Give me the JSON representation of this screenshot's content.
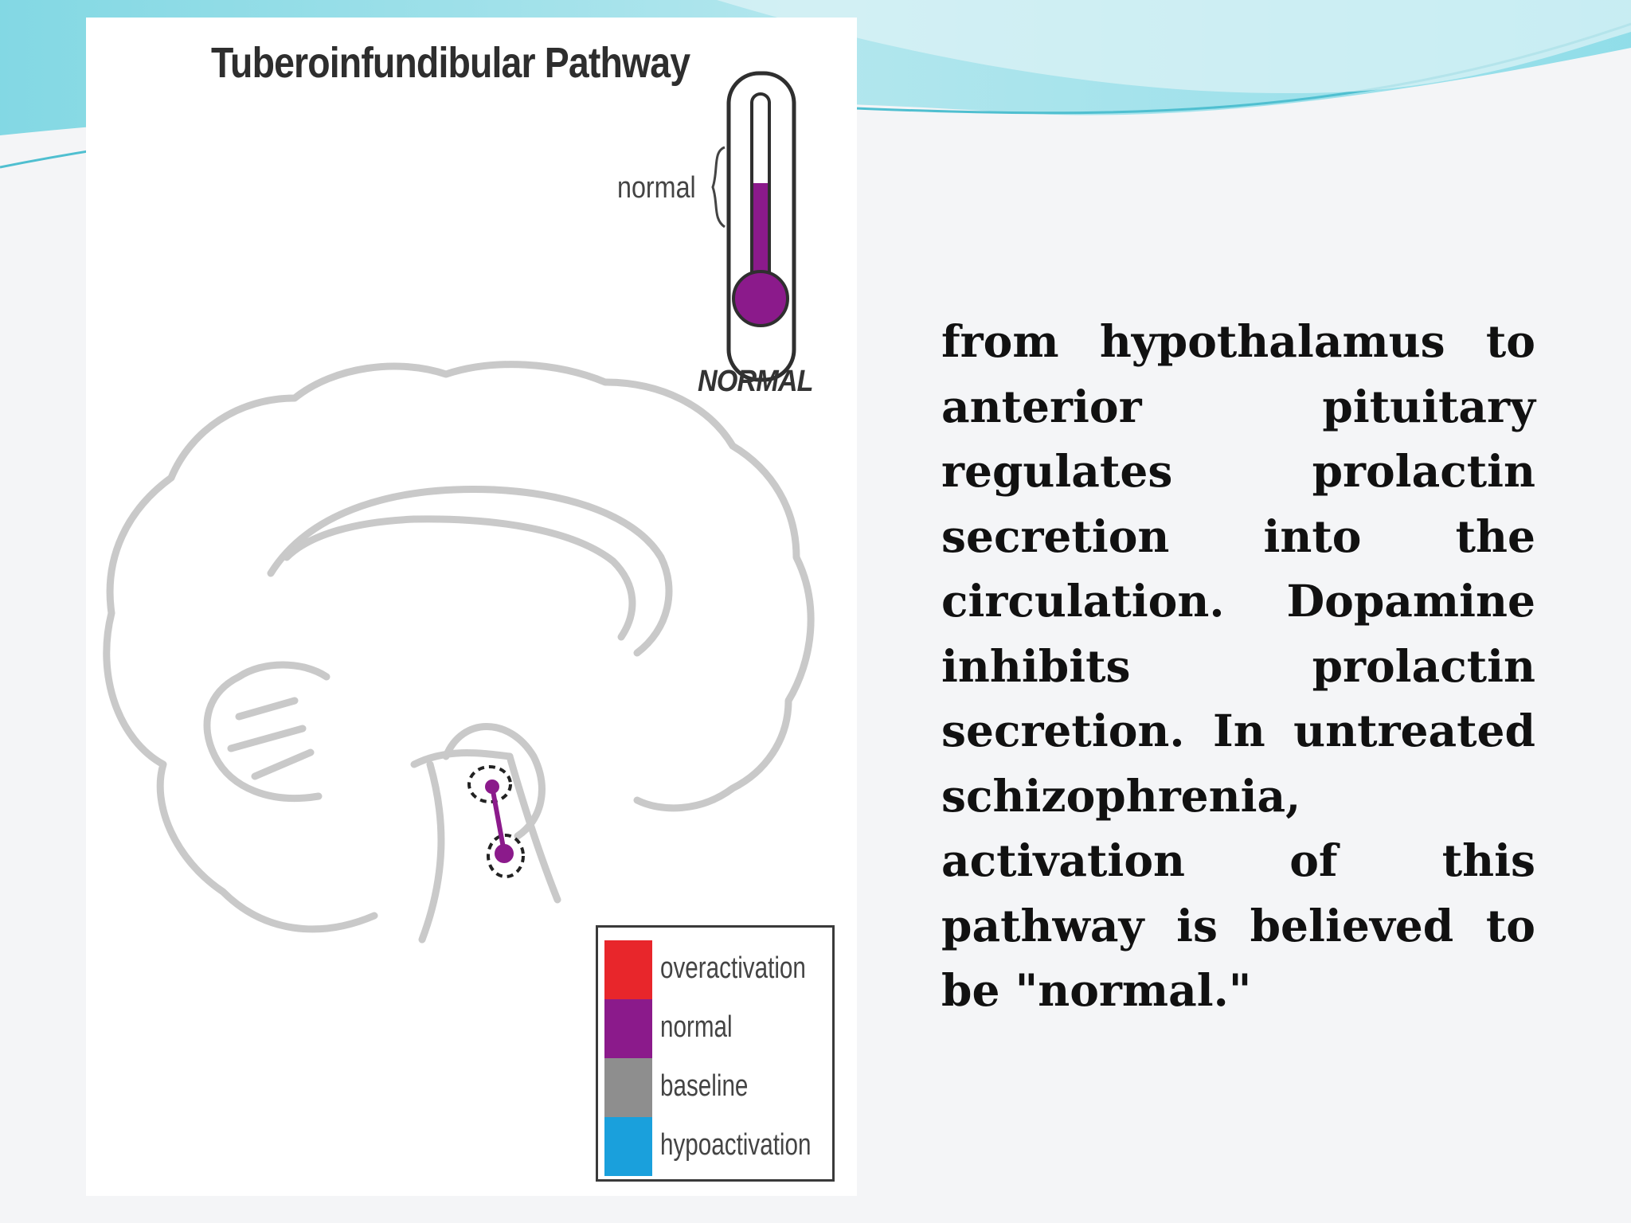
{
  "figure": {
    "title": "Tuberoinfundibular Pathway",
    "thermometer": {
      "range_label": "normal",
      "caption": "NORMAL",
      "fill_color": "#8b1a8b"
    },
    "legend": [
      {
        "label": "overactivation",
        "color": "#e8262b"
      },
      {
        "label": "normal",
        "color": "#8b1a8b"
      },
      {
        "label": "baseline",
        "color": "#8e8e8e"
      },
      {
        "label": "hypoactivation",
        "color": "#1aa0dc"
      }
    ],
    "pathway_color": "#8b1a8b"
  },
  "body_text": "from hypothalamus to anterior pituitary regulates prolactin secretion into the circulation. Dopamine inhibits prolactin secretion. In untreated schizophrenia, activation of this pathway is believed to be \"normal.\""
}
